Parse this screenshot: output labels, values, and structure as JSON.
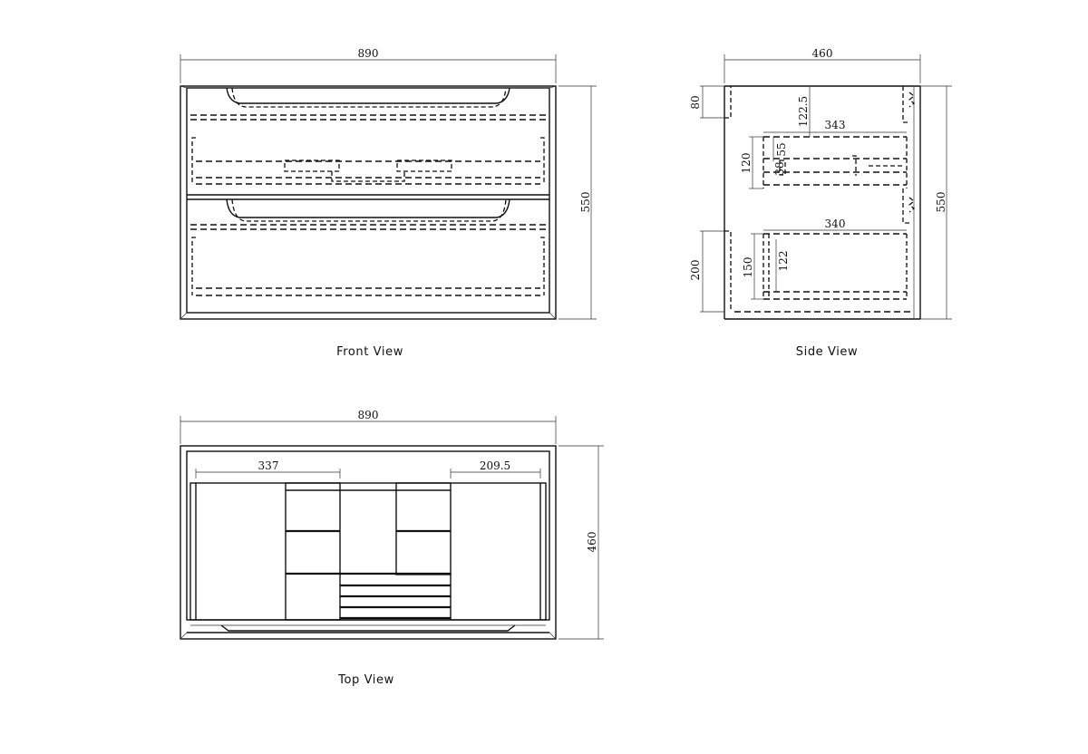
{
  "views": {
    "front": {
      "caption": "Front View",
      "dims": {
        "width": "890",
        "height": "550"
      }
    },
    "side": {
      "caption": "Side View",
      "dims": {
        "depth": "460",
        "height": "550",
        "top_offset": "80",
        "top_drawer_offset": "122.5",
        "top_drawer_depth": "343",
        "top_drawer_height": "120",
        "top_drawer_inner": "55",
        "top_drawer_small": "38",
        "bottom_drawer_depth": "340",
        "bottom_offset": "200",
        "bottom_drawer_height": "150",
        "bottom_drawer_inner": "122"
      }
    },
    "top": {
      "caption": "Top View",
      "dims": {
        "width": "890",
        "depth": "460",
        "left_span": "337",
        "right_span": "209.5"
      }
    }
  }
}
